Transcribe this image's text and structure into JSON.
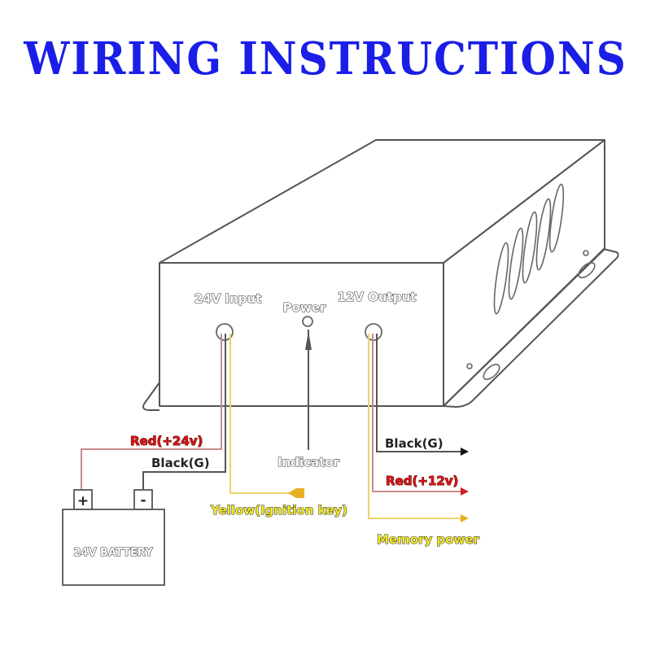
{
  "title": "WIRING INSTRUCTIONS",
  "colors": {
    "title": "#1a1ee6",
    "wire_red": "#c88a8a",
    "wire_black": "#555555",
    "wire_yellow": "#ecd36a",
    "arrow_red": "#d02020",
    "arrow_yellow": "#e8b020",
    "arrow_black": "#111111"
  },
  "device": {
    "ports": {
      "input_label": "24V Input",
      "power_label": "Power",
      "output_label": "12V Output"
    },
    "indicator_label": "Indicator"
  },
  "input_wires": {
    "red_label": "Red(+24v)",
    "black_label": "Black(G)",
    "yellow_label": "Yellow(Ignition key)"
  },
  "output_wires": {
    "black_label": "Black(G)",
    "red_label": "Red(+12v)",
    "yellow_label": "Memory power"
  },
  "battery": {
    "label": "24V BATTERY",
    "plus_symbol": "+",
    "minus_symbol": "-"
  }
}
